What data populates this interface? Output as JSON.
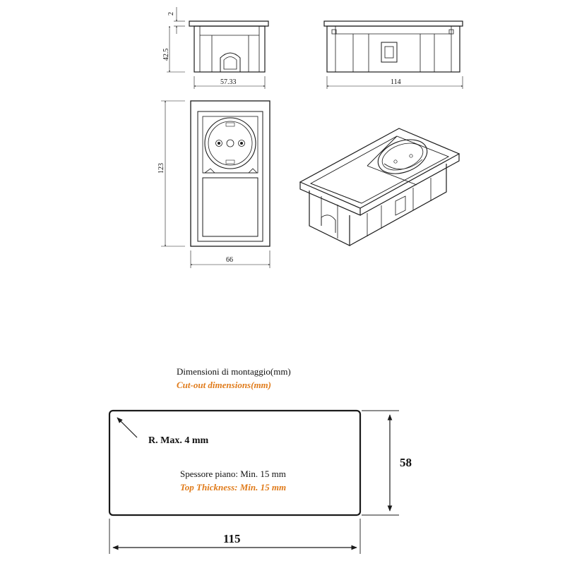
{
  "front_view": {
    "dim_top": "2",
    "dim_height": "42.5",
    "dim_width": "57.33"
  },
  "side_view": {
    "dim_width": "114"
  },
  "top_view": {
    "dim_height": "123",
    "dim_width": "66"
  },
  "cutout": {
    "title_it": "Dimensioni di montaggio(mm)",
    "title_en": "Cut-out dimensions(mm)",
    "radius": "R. Max. 4 mm",
    "thickness_it": "Spessore piano: Min. 15 mm",
    "thickness_en": "Top Thickness: Min. 15 mm",
    "dim_height": "58",
    "dim_width": "115"
  },
  "colors": {
    "accent": "#e07b1a",
    "line": "#1a1a1a"
  }
}
